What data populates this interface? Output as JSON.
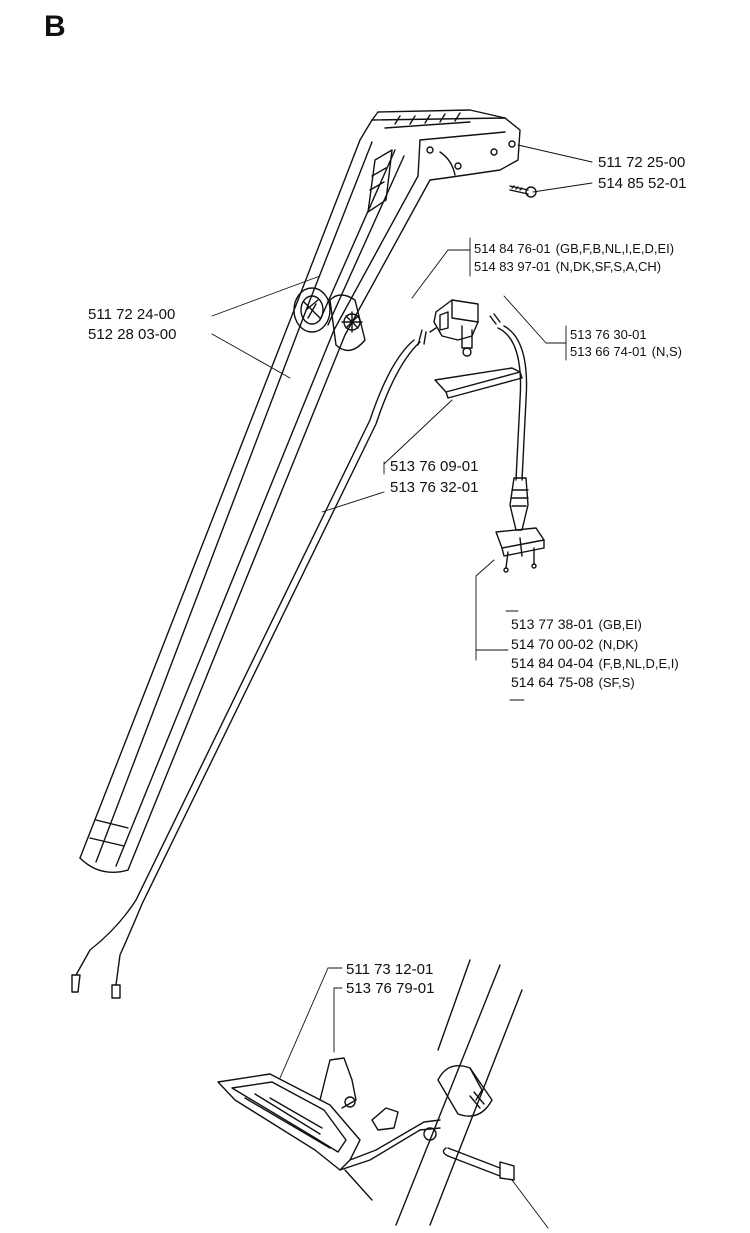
{
  "section_letter": "B",
  "labels": {
    "tube_rear_top": {
      "code": "511 72 25-00",
      "variant": ""
    },
    "screw_top": {
      "code": "514 85 52-01",
      "variant": ""
    },
    "switch_1": {
      "code": "514 84 76-01",
      "variant": "(GB,F,B,NL,I,E,D,EI)"
    },
    "switch_2": {
      "code": "514 83 97-01",
      "variant": "(N,DK,SF,S,A,CH)"
    },
    "handle_1": {
      "code": "511 72 24-00",
      "variant": ""
    },
    "handle_2": {
      "code": "512 28 03-00",
      "variant": ""
    },
    "cable_1": {
      "code": "513 76 30-01",
      "variant": ""
    },
    "cable_2": {
      "code": "513 66 74-01",
      "variant": "(N,S)"
    },
    "cover": {
      "code": "513 76 09-01",
      "variant": ""
    },
    "wire": {
      "code": "513 76 32-01",
      "variant": ""
    },
    "plug_1": {
      "code": "513 77 38-01",
      "variant": "(GB,EI)"
    },
    "plug_2": {
      "code": "514 70 00-02",
      "variant": "(N,DK)"
    },
    "plug_3": {
      "code": "514 84 04-04",
      "variant": "(F,B,NL,D,E,I)"
    },
    "plug_4": {
      "code": "514 64 75-08",
      "variant": "(SF,S)"
    },
    "aux_handle_1": {
      "code": "511 73 12-01",
      "variant": ""
    },
    "aux_handle_2": {
      "code": "513 76 79-01",
      "variant": ""
    }
  }
}
